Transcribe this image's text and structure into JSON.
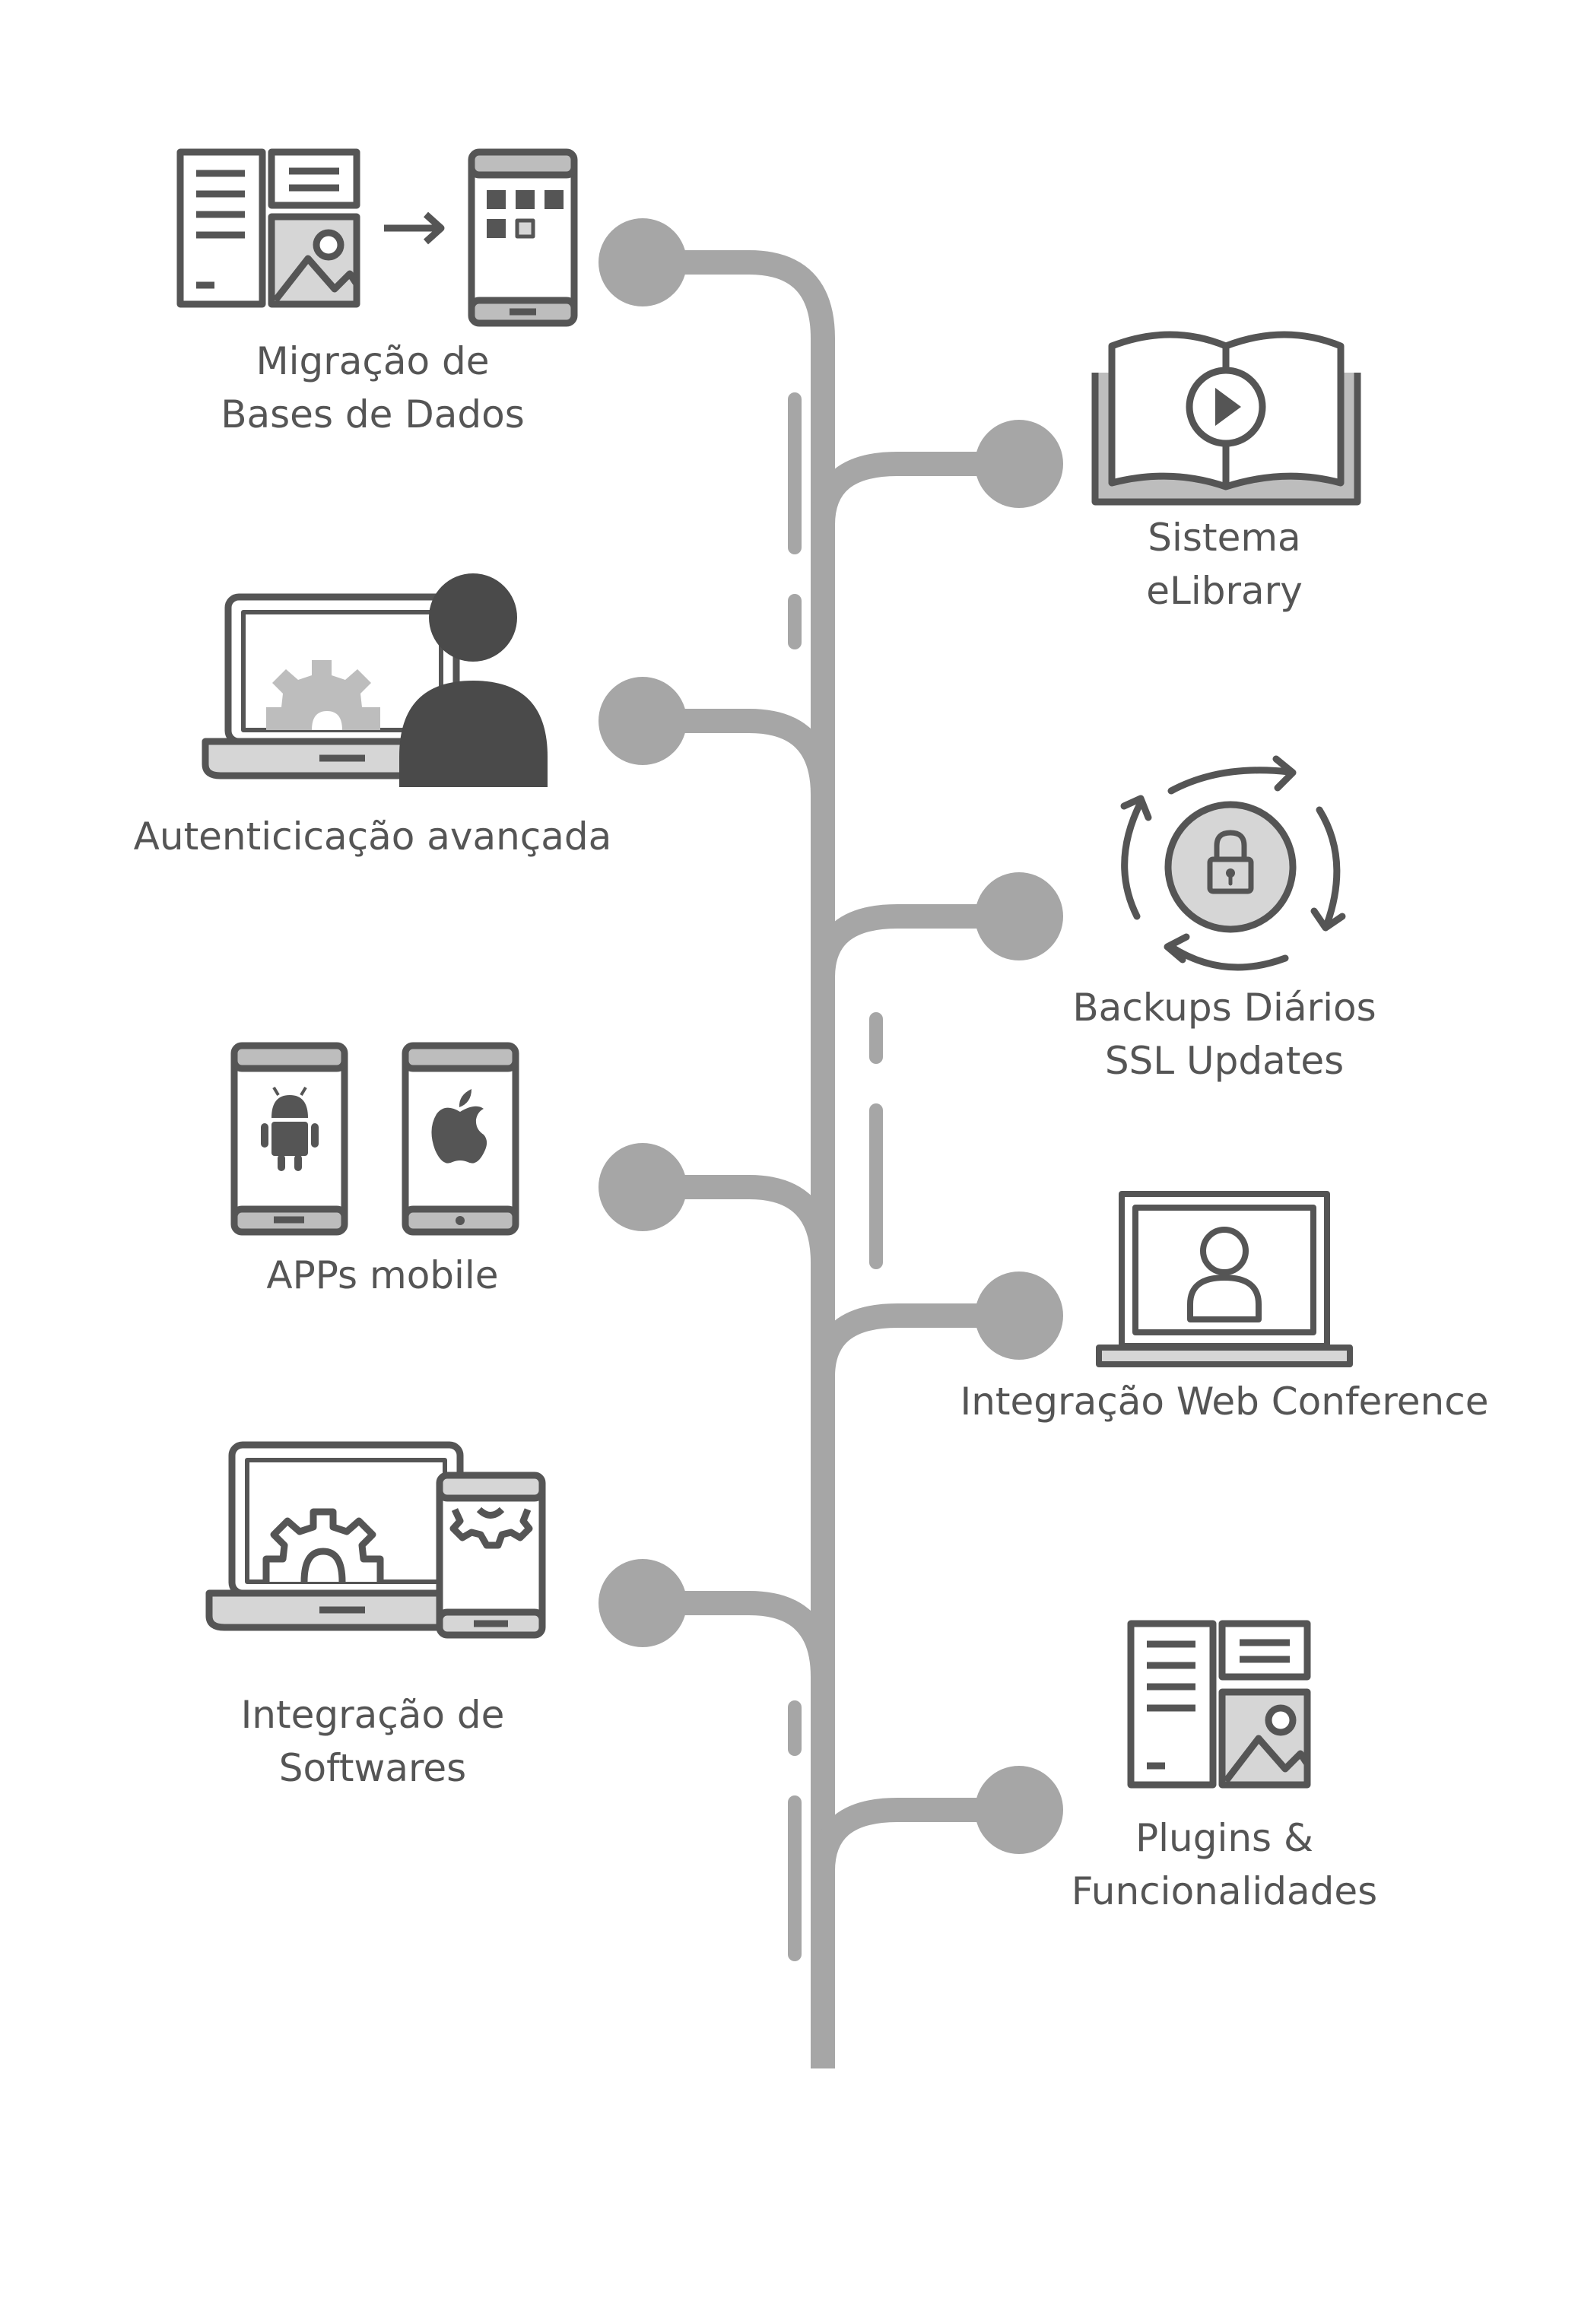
{
  "colors": {
    "trunk": "#a6a6a6",
    "icon_stroke": "#555555",
    "icon_fill_light": "#d6d6d6",
    "icon_fill_mid": "#bdbdbd",
    "icon_fill_dark": "#4a4a4a",
    "text": "#555555"
  },
  "items": {
    "migracao": {
      "line1": "Migração de",
      "line2": "Bases de Dados",
      "icon": "database-to-mobile-icon"
    },
    "elibrary": {
      "line1": "Sistema",
      "line2": "eLibrary",
      "icon": "video-book-icon"
    },
    "autenticacao": {
      "line1": "Autenticicação avançada",
      "icon": "laptop-user-gear-icon"
    },
    "backups": {
      "line1": "Backups Diários",
      "line2": "SSL Updates",
      "icon": "lock-cycle-icon"
    },
    "apps": {
      "line1": "APPs mobile",
      "icon": "android-ios-phones-icon"
    },
    "webconf": {
      "line1": "Integração Web Conference",
      "icon": "monitor-user-icon"
    },
    "softwares": {
      "line1": "Integração de",
      "line2": "Softwares",
      "icon": "laptop-phone-gear-icon"
    },
    "plugins": {
      "line1": "Plugins &",
      "line2": "Funcionalidades",
      "icon": "layout-blocks-icon"
    }
  }
}
